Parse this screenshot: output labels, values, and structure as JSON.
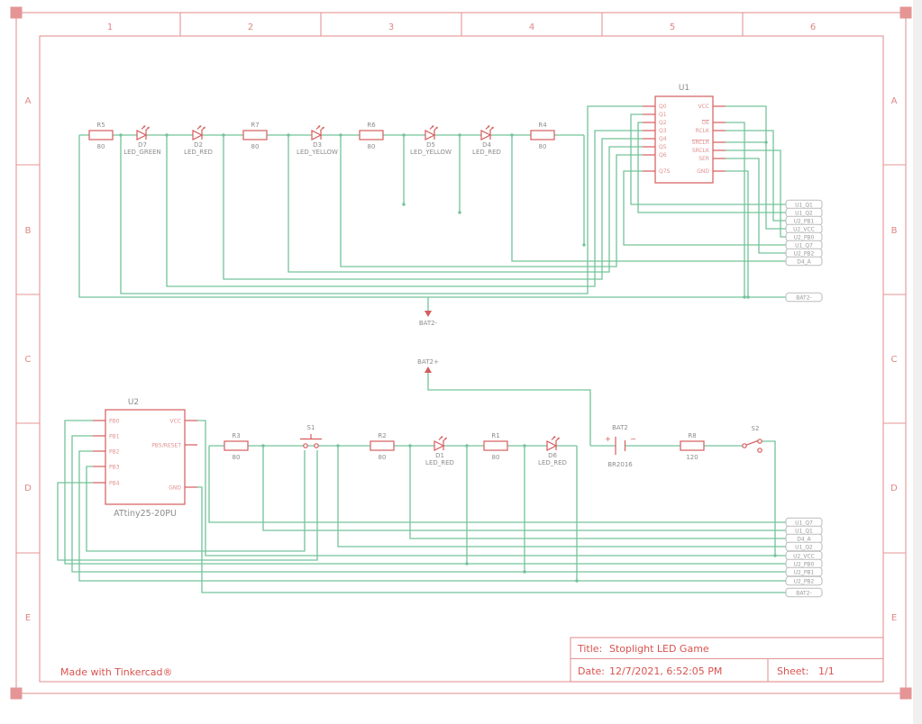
{
  "colors": {
    "frame": "#e59595",
    "symbol": "#d65c5c",
    "wire": "#74c39b",
    "label": "#8c8c8c",
    "pin_text": "#e09090",
    "flag_border": "#bbbbbb",
    "title_text": "#d9534f"
  },
  "frame": {
    "columns": [
      "1",
      "2",
      "3",
      "4",
      "5",
      "6"
    ],
    "rows": [
      "A",
      "B",
      "C",
      "D",
      "E"
    ]
  },
  "title_block": {
    "title_label": "Title:",
    "title": "Stoplight LED Game",
    "date_label": "Date:",
    "date": "12/7/2021, 6:52:05 PM",
    "sheet_label": "Sheet:",
    "sheet": "1/1"
  },
  "footer": {
    "credit": "Made with Tinkercad®"
  },
  "power": {
    "neg": "BAT2-",
    "pos": "BAT2+"
  },
  "flags": {
    "top": [
      "U1_Q1",
      "U1_Q2",
      "U2_PB1",
      "U2_VCC",
      "U2_PB0",
      "U1_Q7",
      "U2_PB2",
      "D4_A"
    ],
    "top_bat": "BAT2-",
    "bottom": [
      "U1_Q7",
      "U1_Q1",
      "D4_A",
      "U1_Q2",
      "U2_VCC",
      "U2_PB0",
      "U2_PB1",
      "U2_PB2"
    ],
    "bottom_bat": "BAT2-"
  },
  "components": {
    "top": [
      {
        "type": "resistor",
        "ref": "R5",
        "value": "80"
      },
      {
        "type": "led",
        "ref": "D7",
        "value": "LED_GREEN"
      },
      {
        "type": "led",
        "ref": "D2",
        "value": "LED_RED"
      },
      {
        "type": "resistor",
        "ref": "R7",
        "value": "80"
      },
      {
        "type": "led",
        "ref": "D3",
        "value": "LED_YELLOW"
      },
      {
        "type": "resistor",
        "ref": "R6",
        "value": "80"
      },
      {
        "type": "led",
        "ref": "D5",
        "value": "LED_YELLOW"
      },
      {
        "type": "led",
        "ref": "D4",
        "value": "LED_RED"
      },
      {
        "type": "resistor",
        "ref": "R4",
        "value": "80"
      }
    ],
    "bottom": [
      {
        "type": "resistor",
        "ref": "R3",
        "value": "80"
      },
      {
        "type": "pushbutton",
        "ref": "S1",
        "value": ""
      },
      {
        "type": "resistor",
        "ref": "R2",
        "value": "80"
      },
      {
        "type": "led",
        "ref": "D1",
        "value": "LED_RED"
      },
      {
        "type": "resistor",
        "ref": "R1",
        "value": "80"
      },
      {
        "type": "led",
        "ref": "D6",
        "value": "LED_RED"
      },
      {
        "type": "battery",
        "ref": "BAT2",
        "value": "BR2016",
        "plus": "+",
        "minus": "−"
      },
      {
        "type": "resistor",
        "ref": "R8",
        "value": "120"
      },
      {
        "type": "switch",
        "ref": "S2",
        "value": ""
      }
    ],
    "u1": {
      "ref": "U1",
      "left_pins": [
        "Q0",
        "Q1",
        "Q2",
        "Q3",
        "Q4",
        "Q5",
        "Q6",
        "Q7S"
      ],
      "right_pins": [
        "VCC",
        "OE",
        "RCLK",
        "SRCLR",
        "SRCLK",
        "SER",
        "GND"
      ]
    },
    "u2": {
      "ref": "U2",
      "name": "ATtiny25-20PU",
      "left_pins": [
        "PB0",
        "PB1",
        "PB2",
        "PB3",
        "PB4"
      ],
      "right_pins": [
        "VCC",
        "PB5/RESET",
        "GND"
      ]
    }
  }
}
